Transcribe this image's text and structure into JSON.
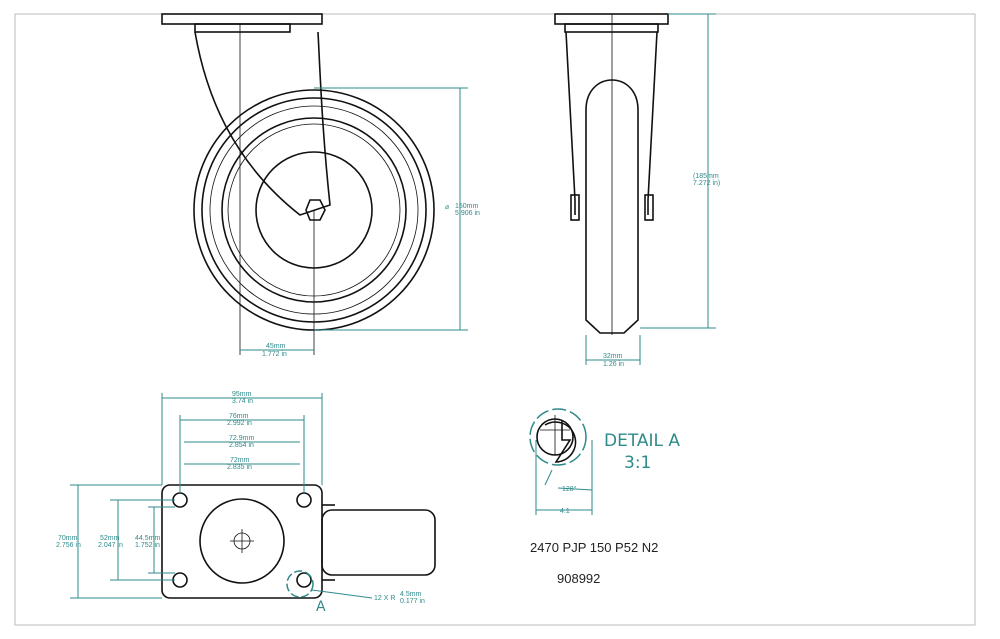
{
  "side_view": {
    "diameter_mm": "150mm",
    "diameter_in": "5.906 in",
    "offset_mm": "45mm",
    "offset_in": "1.772 in"
  },
  "front_view": {
    "height_mm": "(185mm",
    "height_in": "7.272 in)",
    "width_mm": "32mm",
    "width_in": "1.26 in"
  },
  "top_view": {
    "dims_h": [
      {
        "mm": "95mm",
        "in": "3.74 in"
      },
      {
        "mm": "76mm",
        "in": "2.992 in"
      },
      {
        "mm": "72.9mm",
        "in": "2.854 in"
      },
      {
        "mm": "72mm",
        "in": "2.835 in"
      }
    ],
    "dims_v": [
      {
        "mm": "70mm",
        "in": "2.756 in"
      },
      {
        "mm": "52mm",
        "in": "2.047 in"
      },
      {
        "mm": "44.5mm",
        "in": "1.752 in"
      }
    ],
    "hole_note": "12 X R",
    "hole_mm": "4.5mm",
    "hole_in": "0.177 in",
    "detail_marker": "A"
  },
  "detail": {
    "title": "DETAIL A",
    "scale": "3:1",
    "dim1": "128°",
    "dim2": "4.1"
  },
  "part_number": "2470 PJP 150 P52 N2",
  "article_number": "908992"
}
